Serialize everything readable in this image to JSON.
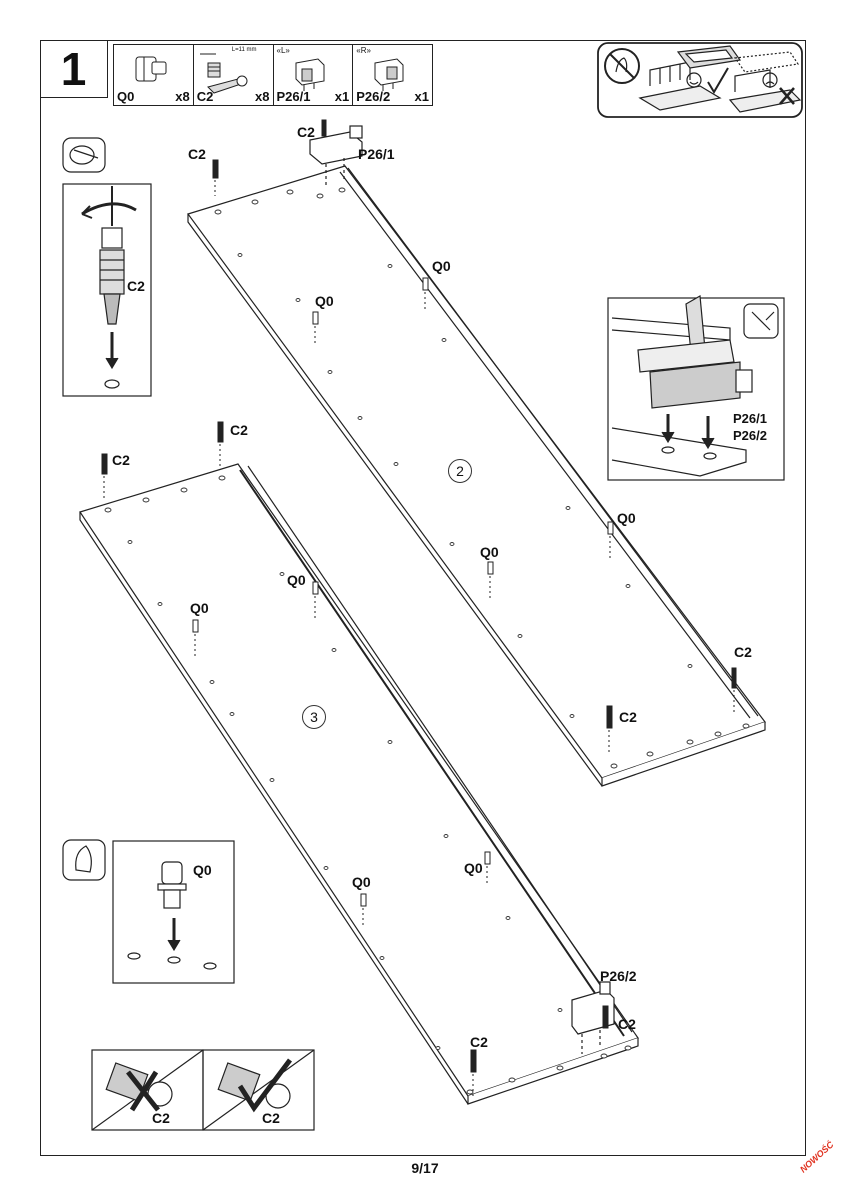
{
  "step": {
    "number": "1"
  },
  "parts": [
    {
      "code": "Q0",
      "qty": "x8"
    },
    {
      "code": "C2",
      "qty": "x8",
      "dimension": "L=11 mm",
      "dim_letter": "L"
    },
    {
      "code": "P26/1",
      "qty": "x1",
      "tag": "«L»"
    },
    {
      "code": "P26/2",
      "qty": "x1",
      "tag": "«R»"
    }
  ],
  "labels": {
    "q0": "Q0",
    "c2": "C2",
    "p26_1": "P26/1",
    "p26_2": "P26/2"
  },
  "panels": {
    "panel_2": "2",
    "panel_3": "3"
  },
  "footer": {
    "page": "9/17",
    "stamp": "NOWOŚĆ"
  },
  "icons": [
    "hand-no-icon",
    "smile-icon",
    "check-icon",
    "sad-icon",
    "x-mark-icon",
    "tape-icon",
    "screwdriver-icon",
    "hammer-icon",
    "hand-press-icon"
  ],
  "colors": {
    "line": "#222222",
    "stamp": "#e0301e"
  }
}
